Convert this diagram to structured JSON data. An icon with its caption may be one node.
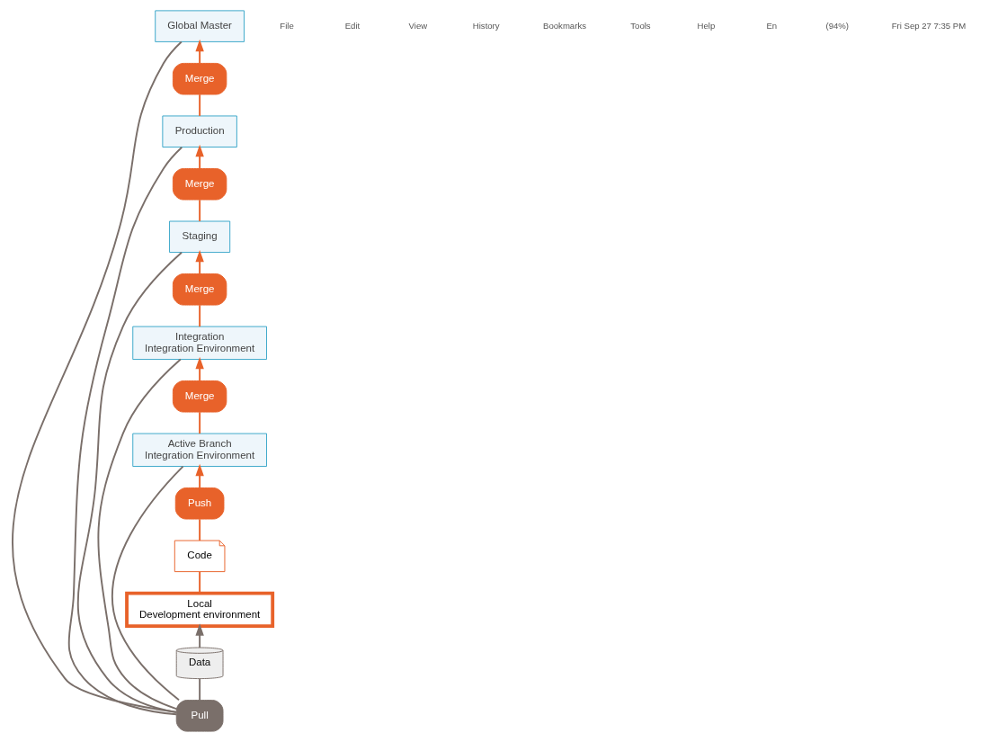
{
  "diagram": {
    "nodes": [
      {
        "text": [
          "Global Master"
        ]
      },
      {
        "text": [
          "Merge"
        ]
      },
      {
        "text": [
          "Production"
        ]
      },
      {
        "text": [
          "Merge"
        ]
      },
      {
        "text": [
          "Staging"
        ]
      },
      {
        "text": [
          "Merge"
        ]
      },
      {
        "text": [
          "Integration",
          "Integration Environment"
        ]
      },
      {
        "text": [
          "Merge"
        ]
      },
      {
        "text": [
          "Active Branch",
          "Integration Environment"
        ]
      },
      {
        "text": [
          "Push"
        ]
      },
      {
        "text": [
          "Pull"
        ]
      },
      {
        "text": [
          "Code"
        ]
      },
      {
        "text": [
          "Data"
        ]
      },
      {
        "text": [
          "Local",
          "Development environment"
        ]
      }
    ],
    "edges": [
      {
        "from": 2,
        "to": 1,
        "arrow": "none"
      },
      {
        "from": 1,
        "to": 0,
        "arrow": "to"
      },
      {
        "from": 4,
        "to": 3,
        "arrow": "none"
      },
      {
        "from": 3,
        "to": 2,
        "arrow": "to"
      },
      {
        "from": 6,
        "to": 5,
        "arrow": "none"
      },
      {
        "from": 5,
        "to": 4,
        "arrow": "to"
      },
      {
        "from": 8,
        "to": 7,
        "arrow": "none"
      },
      {
        "from": 7,
        "to": 6,
        "arrow": "to"
      },
      {
        "from": 13,
        "to": 11,
        "arrow": "none"
      },
      {
        "from": 11,
        "to": 9,
        "arrow": "none"
      },
      {
        "from": 9,
        "to": 8,
        "arrow": "to"
      },
      {
        "from": 0,
        "to": 10,
        "arrow": "none",
        "color": "#7a6f6a"
      },
      {
        "from": 2,
        "to": 10,
        "arrow": "none",
        "color": "#7a6f6a"
      },
      {
        "from": 4,
        "to": 10,
        "arrow": "none",
        "color": "#7a6f6a"
      },
      {
        "from": 6,
        "to": 10,
        "arrow": "none",
        "color": "#7a6f6a"
      },
      {
        "from": 8,
        "to": 10,
        "arrow": "none",
        "color": "#7a6f6a"
      },
      {
        "from": 10,
        "to": 12,
        "arrow": "none",
        "color": "#7a6f6a"
      },
      {
        "from": 12,
        "to": 13,
        "arrow": "to",
        "color": "#7a6f6a"
      }
    ],
    "labels": [
      "File",
      "Edit",
      "View",
      "History",
      "Bookmarks",
      "Tools",
      "Help",
      "En",
      "(94%)",
      "Fri Sep 27 7:35 PM"
    ]
  }
}
